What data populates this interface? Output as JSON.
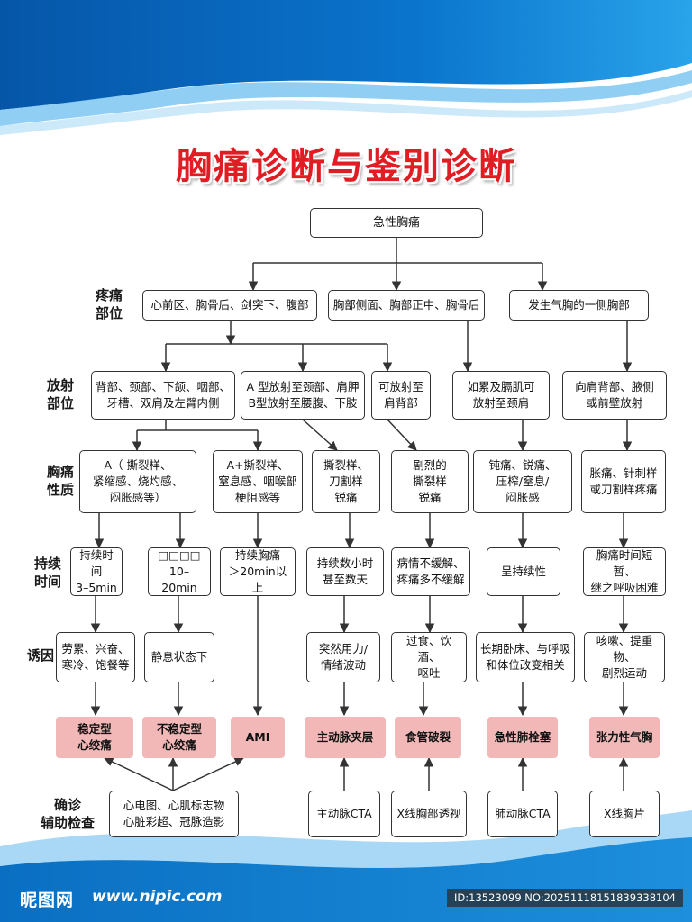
{
  "title": "胸痛诊断与鉴别诊断",
  "root": "急性胸痛",
  "row_labels": {
    "location": "疼痛\n部位",
    "radiation": "放射\n部位",
    "nature": "胸痛\n性质",
    "duration": "持续\n时间",
    "trigger": "诱因",
    "confirm": "确诊\n辅助检查"
  },
  "location": [
    "心前区、胸骨后、剑突下、腹部",
    "胸部侧面、胸部正中、胸骨后",
    "发生气胸的一侧胸部"
  ],
  "radiation": [
    "背部、颈部、下颌、咽部、\n牙槽、双肩及左臂内侧",
    "A 型放射至颈部、肩胛\nB型放射至腰腹、下肢",
    "可放射至\n肩背部",
    "如累及膈肌可\n放射至颈肩",
    "向肩背部、腋侧\n或前壁放射"
  ],
  "nature": [
    "A（ 撕裂样、\n紧缩感、烧灼感、\n闷胀感等）",
    "A+撕裂样、\n窒息感、咽喉部\n梗阻感等",
    "撕裂样、\n刀割样\n锐痛",
    "剧烈的\n撕裂样\n锐痛",
    "钝痛、锐痛、\n压榨/窒息/\n闷胀感",
    "胀痛、针刺样\n或刀割样疼痛"
  ],
  "duration": [
    "持续时间\n3–5min",
    "□□□□\n10–20min",
    "持续胸痛\n＞20min以上",
    "持续数小时\n甚至数天",
    "病情不缓解、\n疼痛多不缓解",
    "呈持续性",
    "胸痛时间短暂、\n继之呼吸困难"
  ],
  "trigger": [
    "劳累、兴奋、\n寒冷、饱餐等",
    "静息状态下",
    "突然用力/\n情绪波动",
    "过食、饮酒、\n呕吐",
    "长期卧床、与呼吸\n和体位改变相关",
    "咳嗽、提重物、\n剧烈运动"
  ],
  "diagnosis": [
    "稳定型\n心绞痛",
    "不稳定型\n心绞痛",
    "AMI",
    "主动脉夹层",
    "食管破裂",
    "急性肺栓塞",
    "张力性气胸"
  ],
  "exams": [
    "心电图、心肌标志物\n心脏彩超、冠脉造影",
    "主动脉CTA",
    "X线胸部透视",
    "肺动脉CTA",
    "X线胸片"
  ],
  "footer": {
    "logo": "昵图网",
    "url": "www.nipic.com",
    "id": "ID:13523099 NO:20251118151839338104"
  },
  "colors": {
    "title": "#e11d24",
    "diagnosis_fill": "#f2b8b8",
    "banner_blue": "#0a6fc2",
    "line": "#333333"
  }
}
